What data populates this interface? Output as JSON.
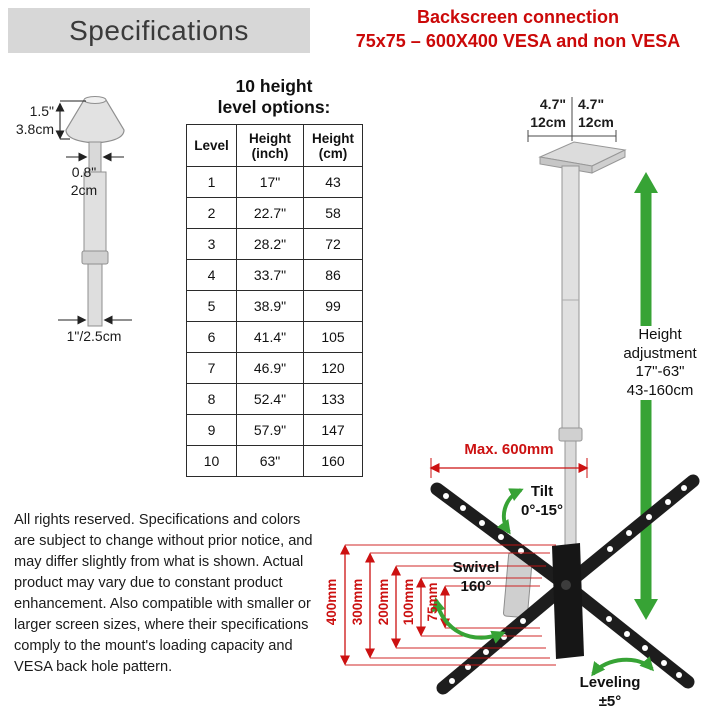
{
  "header": {
    "title": "Specifications",
    "subtitle_line1": "Backscreen connection",
    "subtitle_line2": "75x75 – 600X400 VESA and non VESA"
  },
  "pole_diagram": {
    "flange_height_inch": "1.5\"",
    "flange_height_cm": "3.8cm",
    "neck_diameter_inch": "0.8\"",
    "neck_diameter_cm": "2cm",
    "tube_diameter": "1\"/2.5cm"
  },
  "height_table": {
    "title_line1": "10 height",
    "title_line2": "level options:",
    "col_level": "Level",
    "col_inch": "Height\n(inch)",
    "col_cm": "Height\n(cm)",
    "rows": [
      [
        "1",
        "17\"",
        "43"
      ],
      [
        "2",
        "22.7\"",
        "58"
      ],
      [
        "3",
        "28.2\"",
        "72"
      ],
      [
        "4",
        "33.7\"",
        "86"
      ],
      [
        "5",
        "38.9\"",
        "99"
      ],
      [
        "6",
        "41.4\"",
        "105"
      ],
      [
        "7",
        "46.9\"",
        "120"
      ],
      [
        "8",
        "52.4\"",
        "133"
      ],
      [
        "9",
        "57.9\"",
        "147"
      ],
      [
        "10",
        "63\"",
        "160"
      ]
    ]
  },
  "mount_diagram": {
    "plate_left_inch": "4.7\"",
    "plate_right_inch": "4.7\"",
    "plate_left_cm": "12cm",
    "plate_right_cm": "12cm",
    "height_adjustment_lines": [
      "Height",
      "adjustment",
      "17\"-63\"",
      "43-160cm"
    ],
    "max_width": "Max. 600mm",
    "tilt_line1": "Tilt",
    "tilt_line2": "0°-15°",
    "swivel_line1": "Swivel",
    "swivel_line2": "160°",
    "leveling_line1": "Leveling",
    "leveling_line2": "±5°",
    "vesa_400": "400mm",
    "vesa_300": "300mm",
    "vesa_200": "200mm",
    "vesa_100": "100mm",
    "vesa_75": "75mm"
  },
  "disclaimer": "All rights reserved. Specifications and colors are subject to change without prior notice, and may differ slightly from what is shown. Actual product may vary due to constant product enhancement. Also compatible with smaller or larger screen sizes, where their specifications comply to the mount's loading capacity and VESA back hole pattern.",
  "colors": {
    "header_bg": "#d7d7d7",
    "accent_red": "#cc1111",
    "arrow_green": "#37a335",
    "bracket_black": "#1d1d1d"
  }
}
